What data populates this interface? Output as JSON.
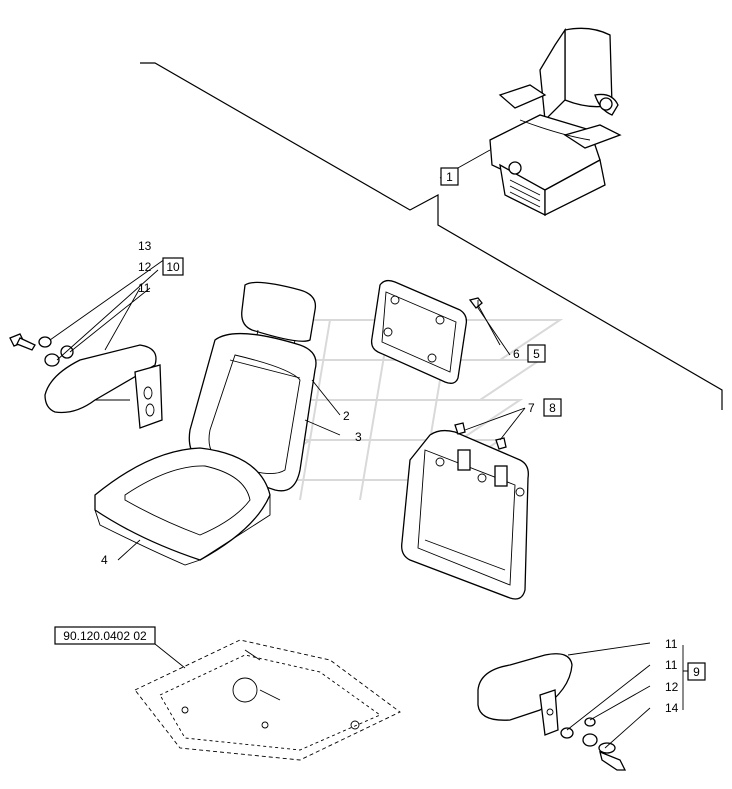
{
  "diagram": {
    "callouts": {
      "c1": "1",
      "c2": "2",
      "c3": "3",
      "c4": "4",
      "c5": "5",
      "c6": "6",
      "c7": "7",
      "c8": "8",
      "c9": "9",
      "c10": "10",
      "c11a": "11",
      "c11b": "11",
      "c11c": "11",
      "c12a": "12",
      "c12b": "12",
      "c13": "13",
      "c14": "14"
    },
    "reference": "90.120.0402 02"
  }
}
